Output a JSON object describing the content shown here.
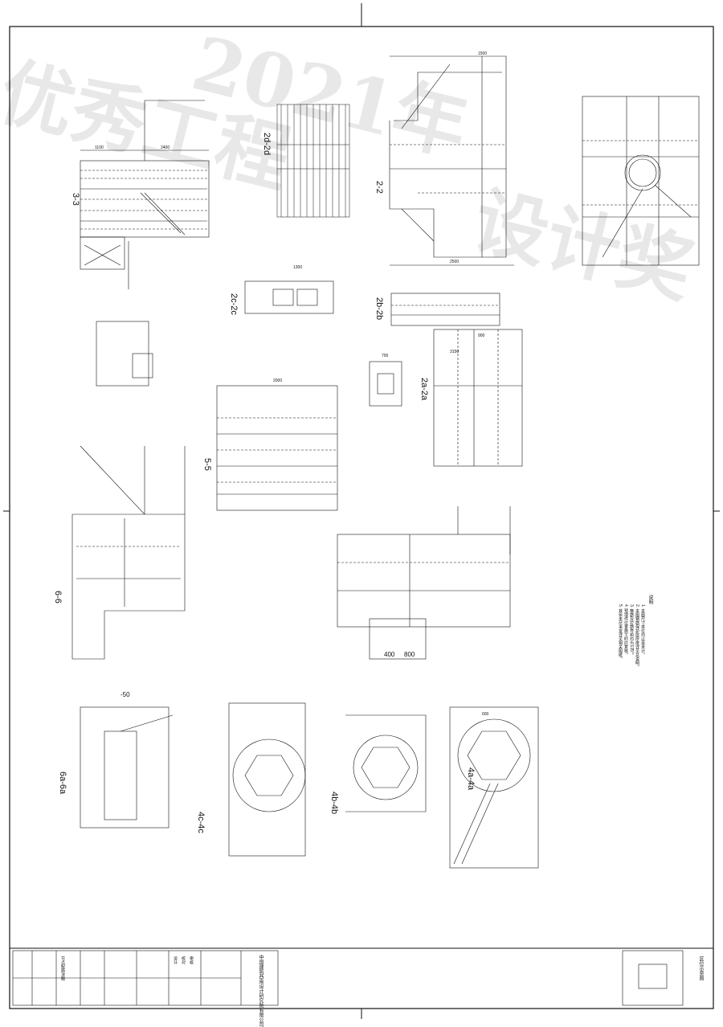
{
  "watermark": {
    "line1": "优秀工程",
    "line2": "2021年",
    "line3": "设计奖"
  },
  "section_labels": {
    "s3": "3-3",
    "s2": "2-2",
    "s2a": "2a-2a",
    "s2b": "2b-2b",
    "s2c": "2c-2c",
    "s2d": "2d-2d",
    "s5": "5-5",
    "s6": "6-6",
    "s4c": "4c-4c",
    "s4b": "4b-4b",
    "s4a": "4a-4a",
    "s6a": "6a-6a"
  },
  "dimensions": {
    "d1100": "1100",
    "d2400": "2400",
    "d1500": "1500",
    "d1300": "1300",
    "d2000": "2000",
    "d2500": "2500",
    "d3150": "3150",
    "d400": "400",
    "d800": "800",
    "d900": "900",
    "d600": "600",
    "d700": "700",
    "dn50": "-50"
  },
  "notes": {
    "title": "说明",
    "items": [
      "1. 本图尺寸单位均以毫米计。",
      "2. 本图钢筋保护层厚度详见总说明。",
      "3. 箍筋及拉筋弯钩均为135°。",
      "4. 预埋件位置施工时应复核。",
      "5. 其余未尽事宜详见相关图纸。"
    ]
  },
  "title_block": {
    "company": "中国建筑西南设计研究院有限公司",
    "drawing_title": "节点配筋详图",
    "key_plan_label": "区位示意图",
    "designer": "设计",
    "checker": "校对",
    "approver": "审核"
  },
  "colors": {
    "line": "#111111",
    "watermark": "#000000"
  }
}
